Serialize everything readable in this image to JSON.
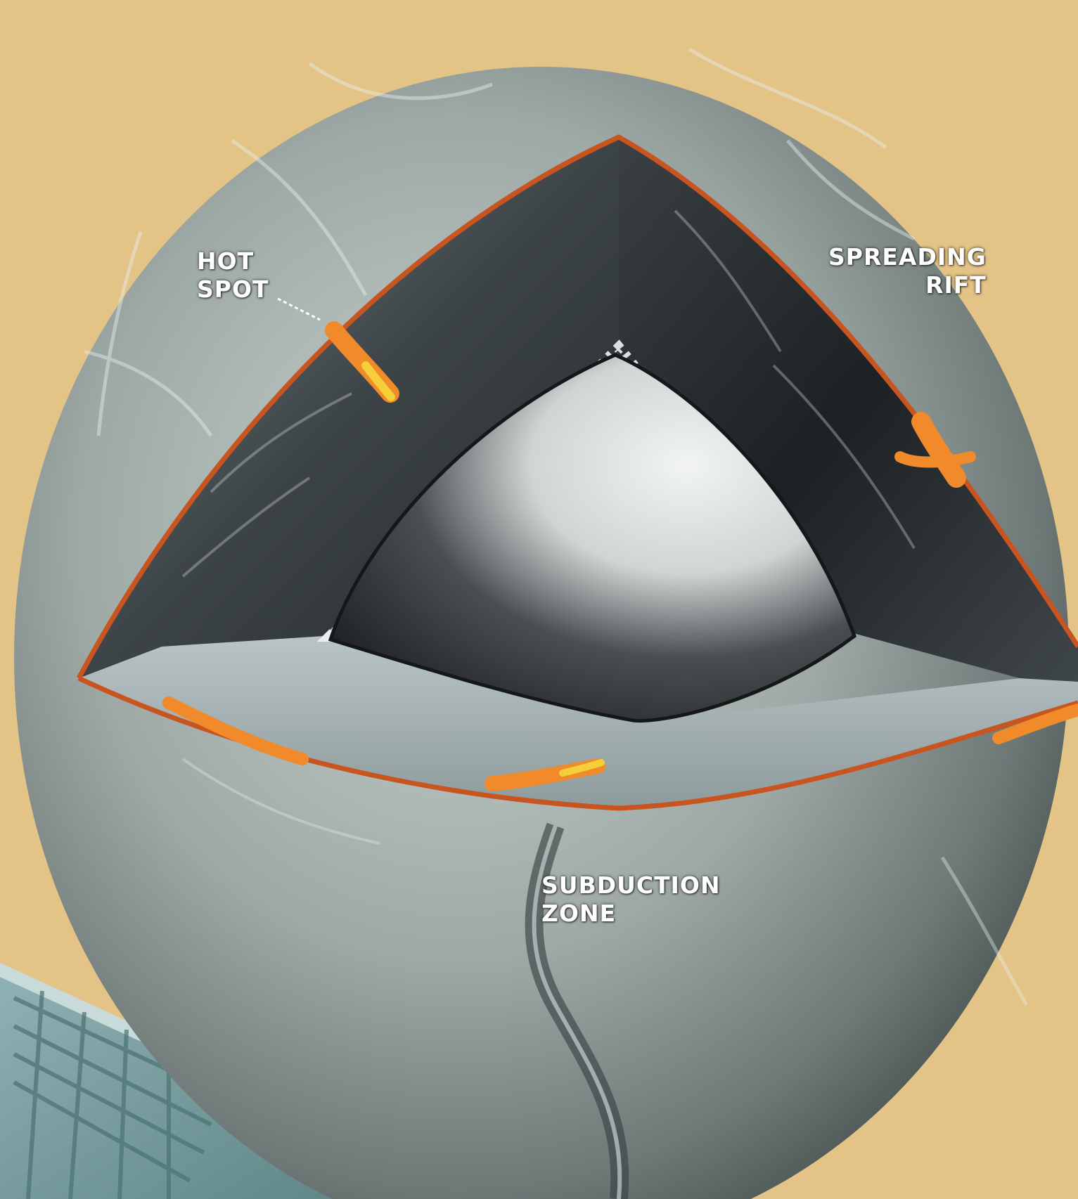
{
  "labels": {
    "hot_spot": [
      "HOT",
      "SPOT"
    ],
    "spreading_rift": [
      "SPREADING",
      "RIFT"
    ],
    "subduction_zone": [
      "SUBDUCTION",
      "ZONE"
    ]
  },
  "colors": {
    "background": "#e3c386",
    "crust_edge": "#c8541f",
    "molten": "#f08a2a",
    "core": "#5a5f63",
    "mantle": "#2a2e31",
    "surface": "#9aa7a5"
  }
}
